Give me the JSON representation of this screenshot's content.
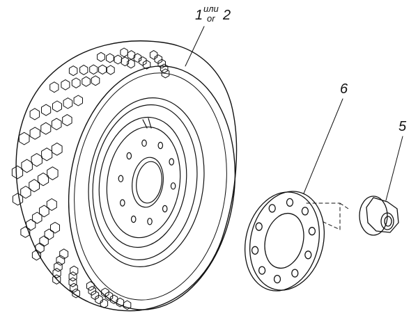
{
  "callouts": {
    "tire": {
      "num1": "1",
      "word_top": "или",
      "word_bottom": "or",
      "num2": "2"
    },
    "nut": "5",
    "ring": "6"
  },
  "colors": {
    "line": "#111111",
    "background": "#ffffff"
  }
}
